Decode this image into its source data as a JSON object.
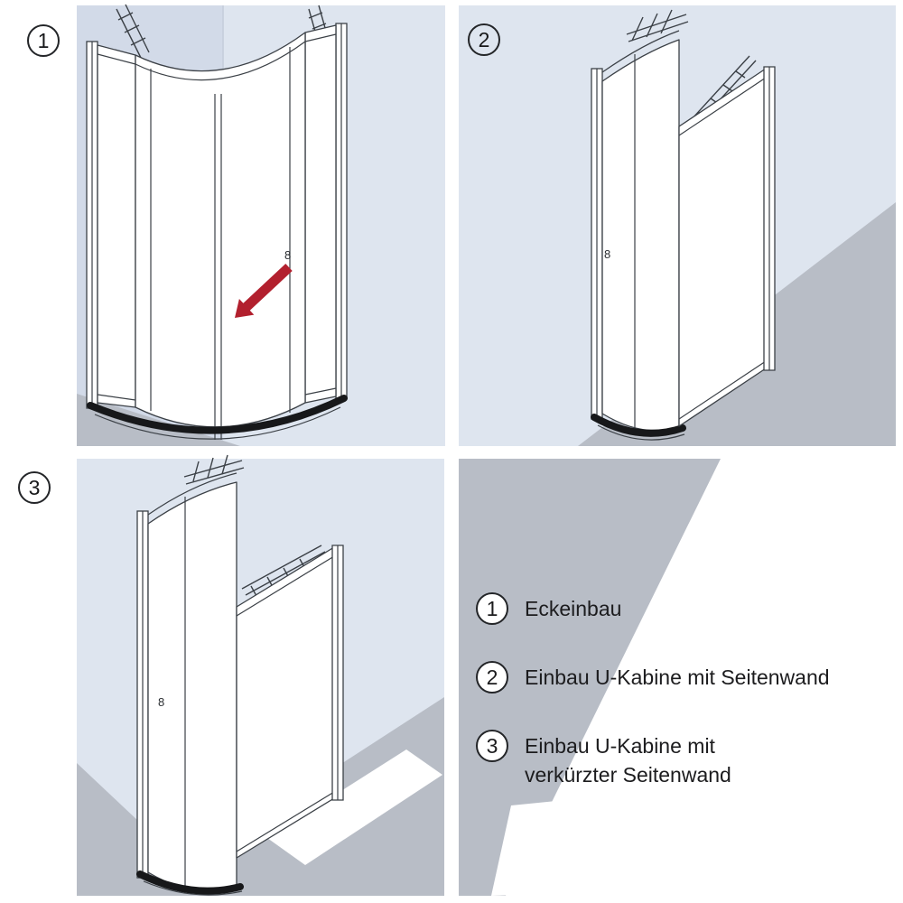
{
  "panels": [
    {
      "badge": "1"
    },
    {
      "badge": "2"
    },
    {
      "badge": "3"
    }
  ],
  "drawing": {
    "handle_glyph": "8"
  },
  "legend": {
    "items": [
      {
        "number": "1",
        "label_lines": [
          "Eckeinbau"
        ]
      },
      {
        "number": "2",
        "label_lines": [
          "Einbau U-Kabine mit Seitenwand"
        ]
      },
      {
        "number": "3",
        "label_lines": [
          "Einbau U-Kabine mit",
          "verkürzter Seitenwand"
        ]
      }
    ]
  },
  "colors": {
    "wall": "#dee5ef",
    "wall_shadow": "#d2dae8",
    "floor": "#b8bdc6",
    "line": "#3b4046",
    "tray": "#17181a",
    "arrow_red": "#b2202e",
    "text": "#1c1c1e"
  }
}
